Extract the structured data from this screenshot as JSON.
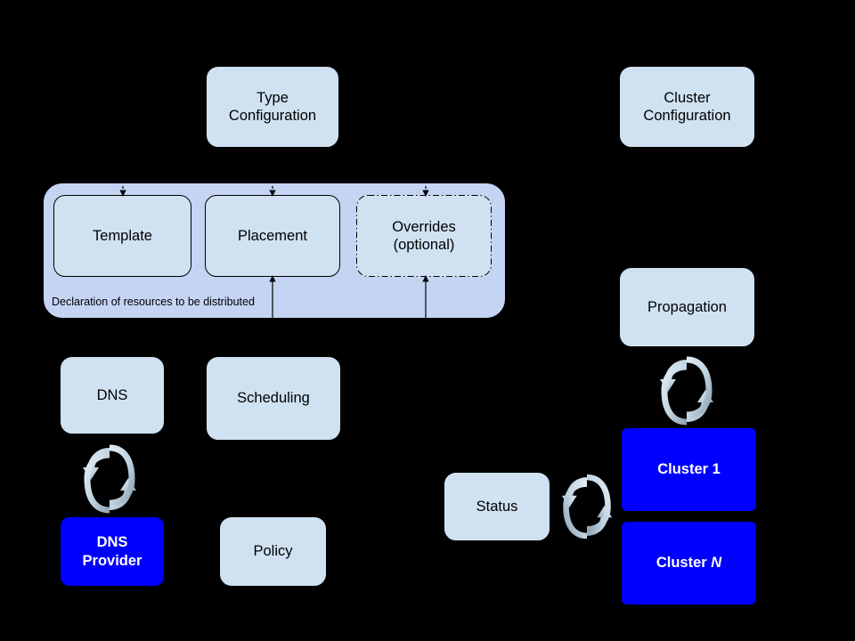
{
  "diagram": {
    "title": "Kubernetes Federation / Cluster Propagation Architecture",
    "background_color": "#000000",
    "palette": {
      "node_fill": "#d0e2f2",
      "group_fill": "#c5d4f3",
      "accent_blue": "#0000ff",
      "stroke": "#000000",
      "sync_icon": "#c3d6e4",
      "white_text": "#ffffff"
    },
    "nodes": [
      {
        "id": "type-configuration",
        "label": "Type",
        "sub": "Configuration",
        "style": "light"
      },
      {
        "id": "cluster-configuration",
        "label": "Cluster",
        "sub": "Configuration",
        "style": "light"
      },
      {
        "id": "template",
        "label": "Template",
        "sub": "",
        "style": "light-inner"
      },
      {
        "id": "placement",
        "label": "Placement",
        "sub": "",
        "style": "light-inner"
      },
      {
        "id": "overrides",
        "label": "Overrides",
        "sub": "(optional)",
        "style": "dashed-inner"
      },
      {
        "id": "dns",
        "label": "DNS",
        "sub": "",
        "style": "light"
      },
      {
        "id": "scheduling",
        "label": "Scheduling",
        "sub": "",
        "style": "light"
      },
      {
        "id": "dns-provider",
        "label": "DNS",
        "sub": "Provider",
        "style": "blue"
      },
      {
        "id": "policy",
        "label": "Policy",
        "sub": "",
        "style": "light"
      },
      {
        "id": "propagation",
        "label": "Propagation",
        "sub": "",
        "style": "light"
      },
      {
        "id": "status",
        "label": "Status",
        "sub": "",
        "style": "light"
      },
      {
        "id": "cluster-1",
        "label": "Cluster 1",
        "sub": "",
        "style": "blue"
      },
      {
        "id": "cluster-n",
        "label": "Cluster N",
        "sub": "",
        "style": "blue"
      }
    ],
    "group": {
      "caption": "Declaration of resources to be distributed"
    },
    "labels": {
      "type_configuration_line1": "Type",
      "type_configuration_line2": "Configuration",
      "cluster_configuration_line1": "Cluster",
      "cluster_configuration_line2": "Configuration",
      "template": "Template",
      "placement": "Placement",
      "overrides": "Overrides",
      "overrides_optional": "(optional)",
      "group_caption": "Declaration of resources to be distributed",
      "dns": "DNS",
      "scheduling": "Scheduling",
      "dns_provider_line1": "DNS",
      "dns_provider_line2": "Provider",
      "policy": "Policy",
      "propagation": "Propagation",
      "status": "Status",
      "cluster_1_prefix": "Cluster ",
      "cluster_1_suffix": "1",
      "cluster_n_prefix": "Cluster ",
      "cluster_n_suffix": "N"
    },
    "icons": [
      {
        "id": "sync-icon-dns",
        "name": "sync-arrows-icon",
        "between": [
          "dns",
          "dns-provider"
        ]
      },
      {
        "id": "sync-icon-propagation",
        "name": "sync-arrows-icon",
        "between": [
          "propagation",
          "cluster-1"
        ]
      },
      {
        "id": "sync-icon-status",
        "name": "sync-arrows-icon",
        "between": [
          "status",
          "cluster-1"
        ]
      }
    ],
    "connectors": [
      {
        "id": "arrow-to-template",
        "style": "dashed",
        "direction": "down",
        "target": "template"
      },
      {
        "id": "arrow-to-placement",
        "style": "dashed",
        "direction": "down",
        "target": "placement"
      },
      {
        "id": "arrow-to-overrides",
        "style": "dashed",
        "direction": "down",
        "target": "overrides"
      },
      {
        "id": "arrow-scheduling-to-placement",
        "style": "solid",
        "direction": "up",
        "target": "placement"
      },
      {
        "id": "arrow-policy-to-overrides",
        "style": "solid",
        "direction": "up",
        "target": "overrides"
      }
    ]
  }
}
